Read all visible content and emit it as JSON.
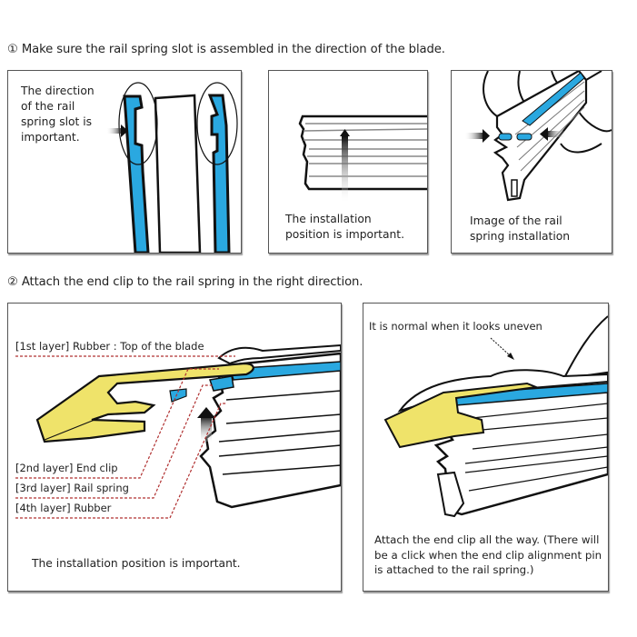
{
  "section1": {
    "heading": "① Make sure the rail spring slot is assembled in the direction of the blade.",
    "panels": [
      {
        "caption_lines": [
          "The direction",
          "of the rail",
          "spring slot is",
          "important."
        ]
      },
      {
        "caption_lines": [
          "The installation",
          "position is important."
        ]
      },
      {
        "caption_lines": [
          "Image of the rail",
          "spring installation"
        ]
      }
    ]
  },
  "section2": {
    "heading": "② Attach the end clip to the rail spring in the right direction.",
    "left_panel": {
      "layer_labels": [
        "[1st layer] Rubber : Top of the blade",
        "[2nd layer] End clip",
        "[3rd layer] Rail spring",
        "[4th layer] Rubber"
      ],
      "caption": "The installation position is important."
    },
    "right_panel": {
      "note": "It is normal when it looks uneven",
      "caption_lines": [
        "Attach the end clip all the way. (There will",
        "be a click when the end clip alignment pin",
        "is attached to the rail spring.)"
      ]
    }
  },
  "colors": {
    "rail_blue": "#2aa8e0",
    "clip_yellow": "#efe36a",
    "leader_red": "#b03030",
    "outline": "#111111"
  }
}
